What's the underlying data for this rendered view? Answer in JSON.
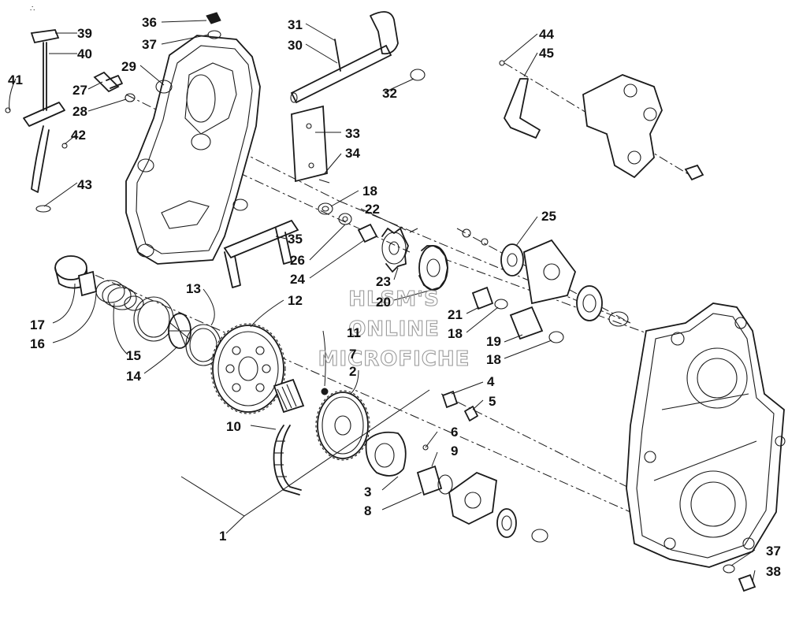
{
  "watermark": {
    "line1": "HLSM'S",
    "line2": "ONLINE",
    "line3": "MICROFICHE"
  },
  "callouts": [
    "1",
    "2",
    "3",
    "4",
    "5",
    "6",
    "7",
    "8",
    "9",
    "10",
    "11",
    "12",
    "13",
    "14",
    "15",
    "16",
    "17",
    "18",
    "18",
    "18",
    "19",
    "20",
    "21",
    "22",
    "23",
    "24",
    "25",
    "26",
    "27",
    "28",
    "29",
    "30",
    "31",
    "32",
    "33",
    "34",
    "35",
    "36",
    "37",
    "37",
    "38",
    "39",
    "40",
    "41",
    "42",
    "43",
    "44",
    "45"
  ],
  "mark_corner": "∴"
}
